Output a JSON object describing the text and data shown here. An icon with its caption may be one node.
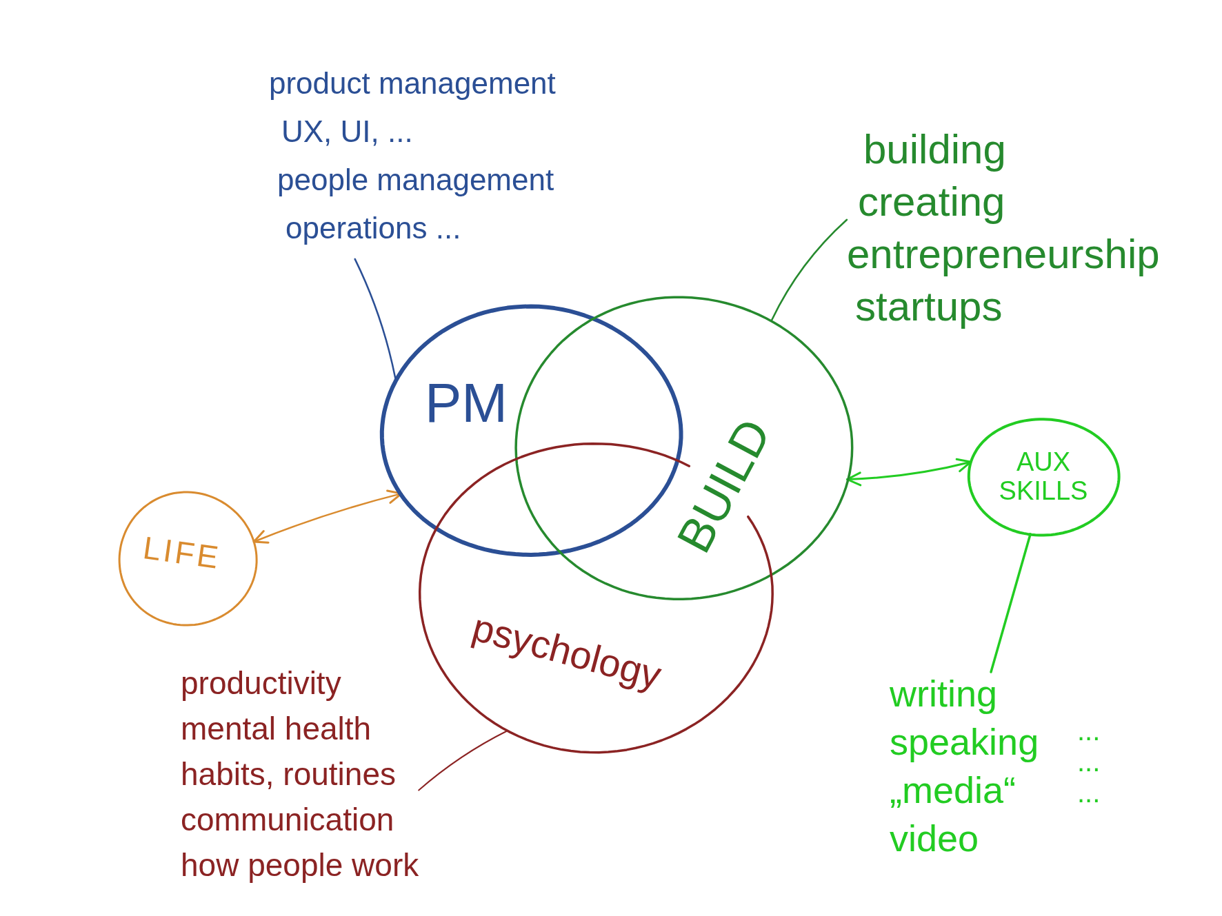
{
  "diagram": {
    "nodes": [
      {
        "text": [
          "product management",
          "UX, UI, ...",
          "people management",
          "operations ..."
        ]
      },
      {
        "text": [
          "building",
          "creating",
          "entrepreneurship",
          "startups"
        ]
      },
      {
        "text": [
          "PM"
        ]
      },
      {
        "text": [
          "BUILD"
        ]
      },
      {
        "text": [
          "psychology"
        ]
      },
      {
        "text": [
          "LIFE"
        ]
      },
      {
        "text": [
          "AUX SKILLS"
        ]
      },
      {
        "text": [
          "productivity",
          "mental health",
          "habits, routines",
          "communication",
          "how people work"
        ]
      },
      {
        "text": [
          "writing",
          "speaking",
          "„media“",
          "video"
        ],
        "beside": [
          "...",
          "...",
          "..."
        ]
      }
    ],
    "edges": [
      {
        "from": 0,
        "to": 2,
        "arrow": "none",
        "color": "#2b4f95"
      },
      {
        "from": 1,
        "to": 3,
        "arrow": "none",
        "color": "#268a2e"
      },
      {
        "from": 5,
        "to": 2,
        "arrow": "both",
        "color": "#d98b2f"
      },
      {
        "from": 3,
        "to": 6,
        "arrow": "both",
        "color": "#22cc22"
      },
      {
        "from": 7,
        "to": 4,
        "arrow": "none",
        "color": "#8b2323"
      },
      {
        "from": 6,
        "to": 8,
        "arrow": "none",
        "color": "#22cc22"
      }
    ]
  }
}
